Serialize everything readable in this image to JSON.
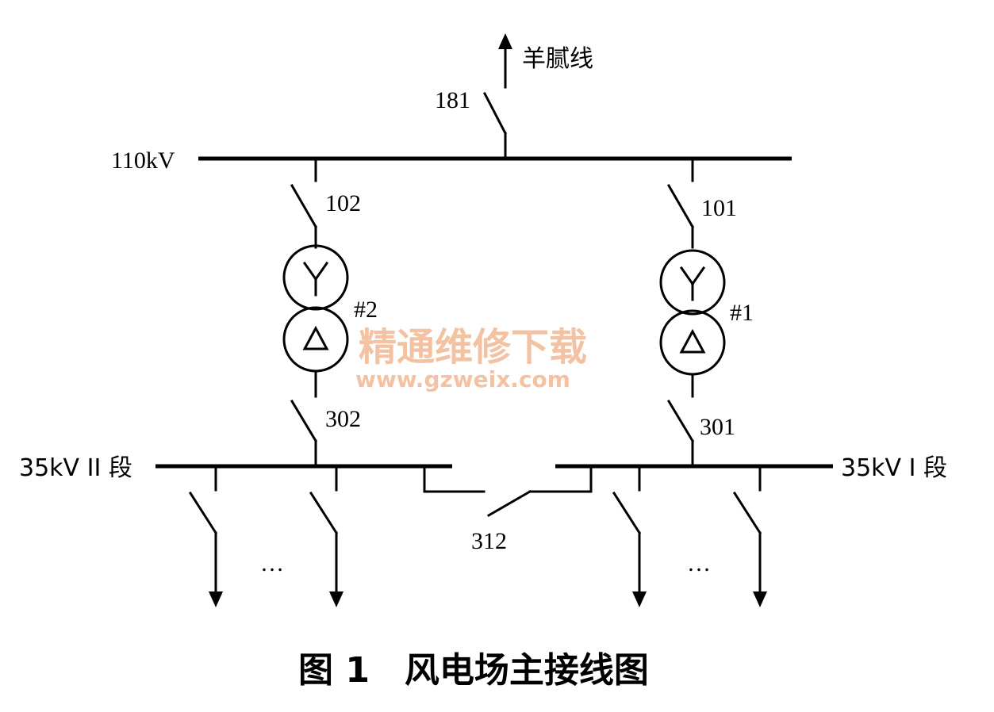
{
  "line_out": {
    "label": "羊腻线"
  },
  "switches": {
    "s181": "181",
    "s102": "102",
    "s101": "101",
    "s302": "302",
    "s301": "301",
    "s312": "312"
  },
  "buses": {
    "hv": "110kV",
    "mv2": "35kV II 段",
    "mv1": "35kV I 段"
  },
  "transformers": {
    "t2": "#2",
    "t1": "#1"
  },
  "feeders": {
    "ellipsis_left": "…",
    "ellipsis_right": "…"
  },
  "watermark": {
    "cn": "精通维修下载",
    "url": "www.gzweix.com"
  },
  "caption": "图 1　风电场主接线图"
}
